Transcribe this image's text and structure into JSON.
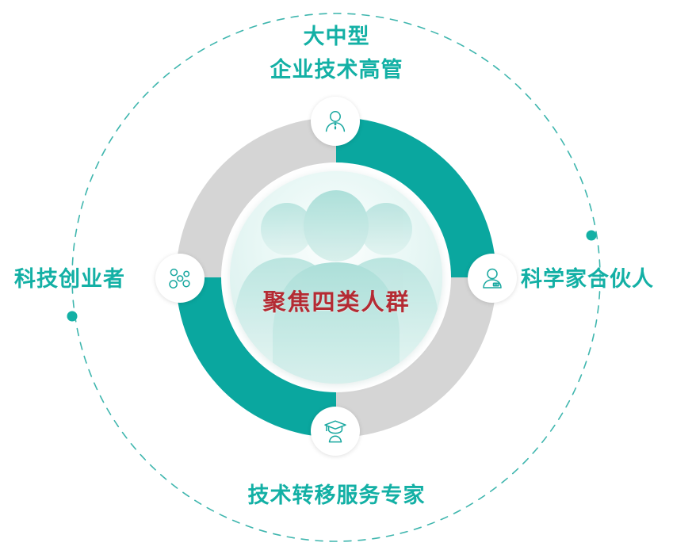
{
  "diagram": {
    "title_center": "聚焦四类人群",
    "center_accent_color": "#b42b33",
    "ring_teal_color": "#0aa79f",
    "ring_grey_color": "#d5d5d5",
    "label_color": "#13b0a5",
    "dashed_circle_color": "#3fb6ae",
    "segments": [
      {
        "position": "top",
        "label_line1": "大中型",
        "label_line2": "企业技术高管",
        "icon": "person-tie-icon",
        "ring_color": "#0aa79f"
      },
      {
        "position": "right",
        "label_line1": "科学家合伙人",
        "label_line2": "",
        "icon": "person-badge-icon",
        "ring_color": "#d5d5d5"
      },
      {
        "position": "bottom",
        "label_line1": "技术转移服务专家",
        "label_line2": "",
        "icon": "graduate-cap-icon",
        "ring_color": "#0aa79f"
      },
      {
        "position": "left",
        "label_line1": "科技创业者",
        "label_line2": "",
        "icon": "molecule-nodes-icon",
        "ring_color": "#d5d5d5"
      }
    ],
    "center_graphic": "three-people-silhouette"
  }
}
